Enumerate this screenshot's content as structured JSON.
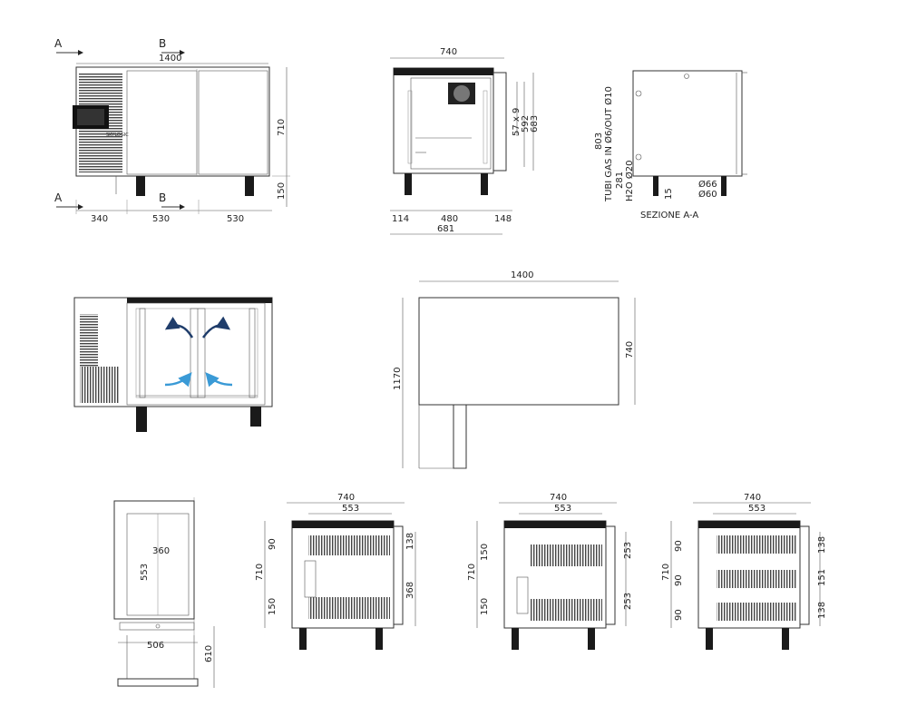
{
  "sections": {
    "a": "A",
    "b": "B"
  },
  "front": {
    "width": "1400",
    "height": "710",
    "legs": "150",
    "segments": [
      "340",
      "530",
      "530"
    ],
    "brand": "SKYLOGIC"
  },
  "side": {
    "depth_top": "740",
    "depth_bottom": "681",
    "parts": [
      "114",
      "480",
      "148"
    ],
    "trays": "57 x 9",
    "inner": "592",
    "outer": "683"
  },
  "section_aa": {
    "title": "SEZIONE A-A",
    "height": "803",
    "gas": "TUBI GAS IN Ø6/OUT Ø10",
    "h2o_height": "281",
    "h2o": "H2O Ø20",
    "offset": "15",
    "d1": "Ø66",
    "d2": "Ø60"
  },
  "plan": {
    "width": "1400",
    "depth": "740",
    "total_depth": "1170"
  },
  "door": {
    "inner_w": "360",
    "inner_h": "553",
    "width": "506",
    "swing": "610"
  },
  "configs": [
    {
      "width": "740",
      "inner": "553",
      "height": "710",
      "left": [
        "90",
        "150"
      ],
      "right": [
        "138",
        "368"
      ]
    },
    {
      "width": "740",
      "inner": "553",
      "height": "710",
      "left": [
        "150",
        "150"
      ],
      "right": [
        "253",
        "253"
      ]
    },
    {
      "width": "740",
      "inner": "553",
      "height": "710",
      "left": [
        "90",
        "90",
        "90"
      ],
      "right": [
        "138",
        "151",
        "138"
      ]
    }
  ]
}
